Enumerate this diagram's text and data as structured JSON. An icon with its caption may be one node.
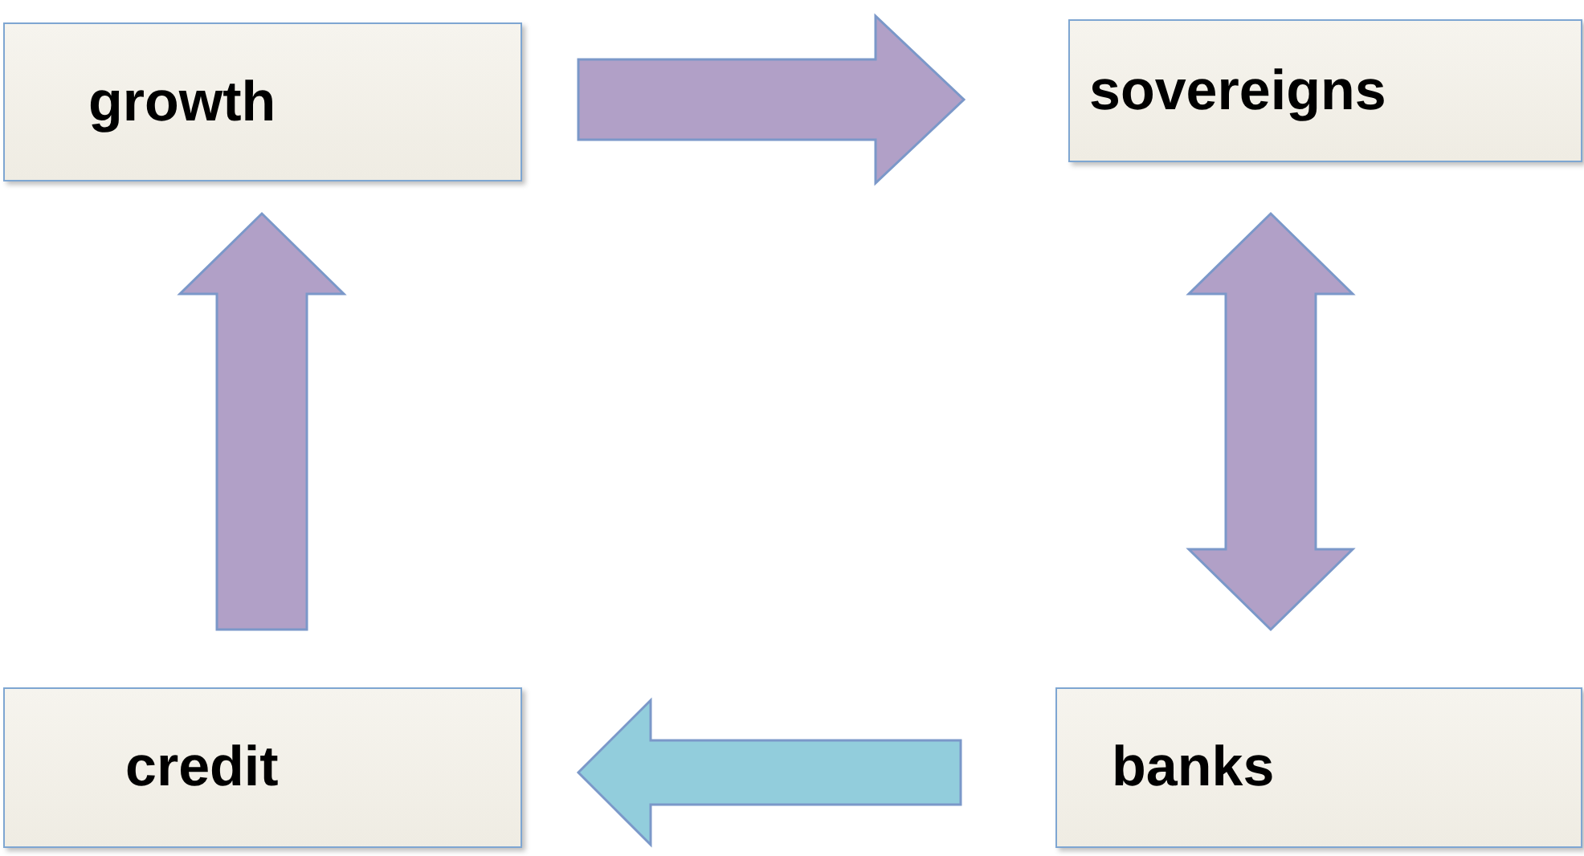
{
  "diagram": {
    "nodes": [
      {
        "text": [
          "growth"
        ]
      },
      {
        "text": [
          "sovereigns"
        ]
      },
      {
        "text": [
          "credit"
        ]
      },
      {
        "text": [
          "banks"
        ]
      }
    ],
    "edges": [
      {
        "from": 0,
        "to": 1,
        "arrow": "to"
      },
      {
        "from": 1,
        "to": 3,
        "arrow": "both"
      },
      {
        "from": 3,
        "to": 2,
        "arrow": "to",
        "color": "#92cddc"
      },
      {
        "from": 2,
        "to": 0,
        "arrow": "to"
      }
    ]
  }
}
